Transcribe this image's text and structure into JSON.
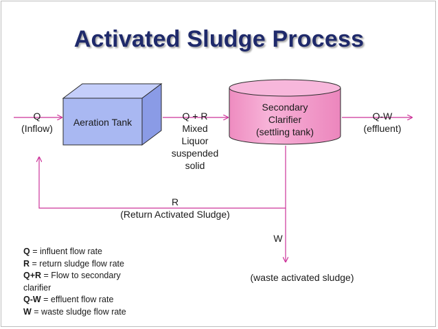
{
  "title": "Activated Sludge Process",
  "nodes": {
    "aeration_tank": "Aeration Tank",
    "clarifier": [
      "Secondary",
      "Clarifier",
      "(settling tank)"
    ]
  },
  "flows": {
    "inflow": [
      "Q",
      "(Inflow)"
    ],
    "mixed_liquor": [
      "Q + R",
      "Mixed",
      "Liquor",
      "suspended",
      "solid"
    ],
    "effluent": [
      "Q-W",
      "(effluent)"
    ],
    "return_sludge": [
      "R",
      "(Return Activated Sludge)"
    ],
    "waste_label": "W",
    "waste_sludge": "(waste activated sludge)"
  },
  "legend": [
    {
      "term": "Q",
      "text": " = influent flow rate"
    },
    {
      "term": "R",
      "text": " = return sludge flow rate"
    },
    {
      "term": "Q+R",
      "text": " = Flow to secondary"
    },
    {
      "term": "",
      "text": "clarifier"
    },
    {
      "term": "Q-W",
      "text": "  = effluent flow rate"
    },
    {
      "term": "W",
      "text": " = waste sludge flow rate"
    }
  ],
  "colors": {
    "title": "#1f2a6b",
    "tank_front": "#a9b8f2",
    "tank_side": "#8a9be6",
    "tank_top": "#c4cefa",
    "clarifier_fill": "#f39acc",
    "clarifier_top": "#f7b7db",
    "arrow": "#cc3399"
  }
}
